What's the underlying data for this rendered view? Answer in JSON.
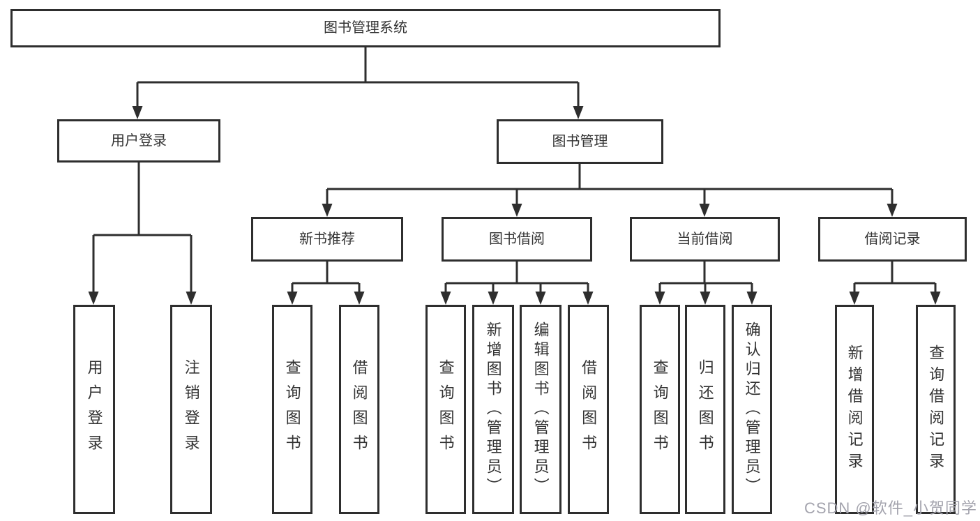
{
  "tree": {
    "label": "图书管理系统",
    "children": [
      {
        "label": "用户登录",
        "children": [
          {
            "label": "用户登录"
          },
          {
            "label": "注销登录"
          }
        ]
      },
      {
        "label": "图书管理",
        "children": [
          {
            "label": "新书推荐",
            "children": [
              {
                "label": "查询图书"
              },
              {
                "label": "借阅图书"
              }
            ]
          },
          {
            "label": "图书借阅",
            "children": [
              {
                "label": "查询图书"
              },
              {
                "label": "新增图书（管理员）"
              },
              {
                "label": "编辑图书（管理员）"
              },
              {
                "label": "借阅图书"
              }
            ]
          },
          {
            "label": "当前借阅",
            "children": [
              {
                "label": "查询图书"
              },
              {
                "label": "归还图书"
              },
              {
                "label": "确认归还（管理员）"
              }
            ]
          },
          {
            "label": "借阅记录",
            "children": [
              {
                "label": "新增借阅记录"
              },
              {
                "label": "查询借阅记录"
              }
            ]
          }
        ]
      }
    ]
  },
  "watermark": {
    "text": "CSDN @软件_小贺同学",
    "color": "#a3a3ad"
  },
  "colors": {
    "line": "#2e2e2e",
    "box_border": "#2e2e2e",
    "box_fill": "#ffffff",
    "text": "#333333",
    "background": "#ffffff"
  }
}
